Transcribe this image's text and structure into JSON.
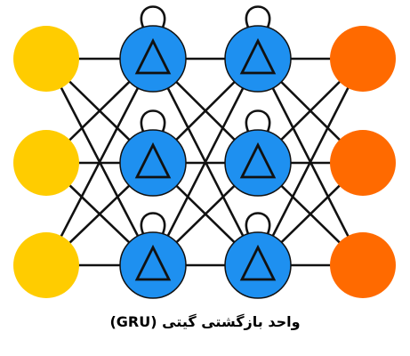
{
  "caption": "واحد بازگشتی گیتی (GRU)",
  "colors": {
    "input": "#ffcc00",
    "hidden": "#1e90f0",
    "output": "#ff6a00",
    "edge": "#111111",
    "symbol": "#111111"
  },
  "layers": [
    {
      "name": "input",
      "nodes": 3,
      "symbol": "none"
    },
    {
      "name": "hidden-1",
      "nodes": 3,
      "symbol": "triangle",
      "self_loops": true
    },
    {
      "name": "hidden-2",
      "nodes": 3,
      "symbol": "triangle",
      "self_loops": true
    },
    {
      "name": "output",
      "nodes": 3,
      "symbol": "none"
    }
  ],
  "connections": "fully-connected between adjacent layers"
}
